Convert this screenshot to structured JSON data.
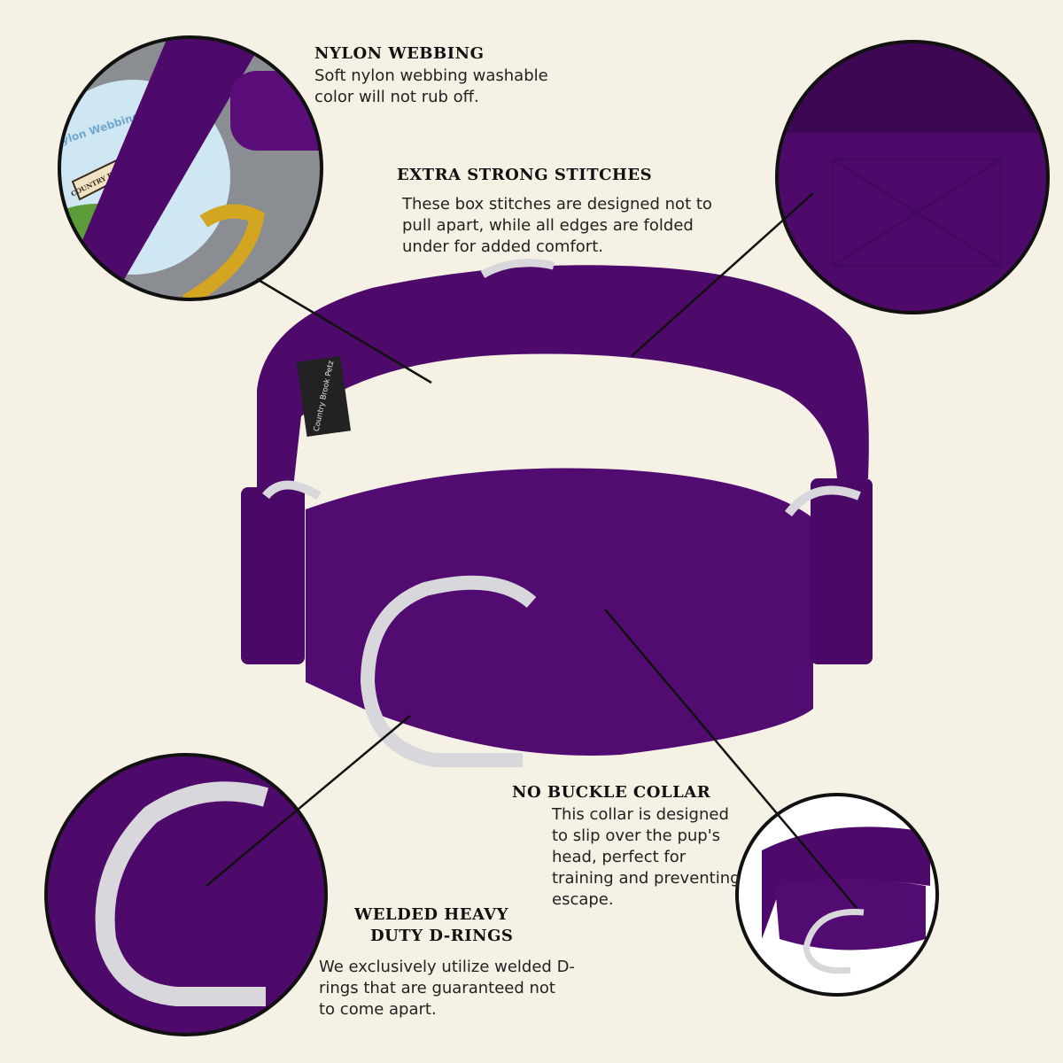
{
  "callouts": {
    "nylon": {
      "title": "NYLON WEBBING",
      "body": "Soft nylon webbing washable color will not rub off."
    },
    "stitches": {
      "title": "EXTRA STRONG STITCHES",
      "body": "These box stitches are designed not to pull apart, while all edges are folded under for added comfort."
    },
    "no_buckle": {
      "title": "NO BUCKLE  COLLAR",
      "body": "This collar is designed to slip over the pup's head, perfect for training and preventing escape."
    },
    "drings": {
      "title_line1": "WELDED HEAVY",
      "title_line2": "DUTY D-RINGS",
      "body": "We exclusively utilize welded D-rings that are guaranteed not to come apart."
    }
  },
  "product": {
    "label_text": "Country Brook Petz",
    "inset_label": "Nylon Webbing",
    "inset_brand": "COUNTRY BROOK DESIGN"
  },
  "colors": {
    "background": "#f5f1e4",
    "collar": "#4e0a6a",
    "ring": "#d8d8dc"
  }
}
